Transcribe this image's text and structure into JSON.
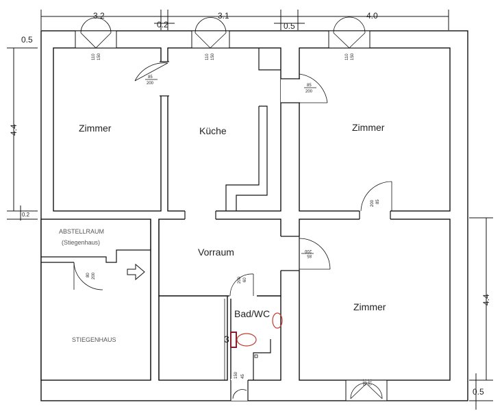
{
  "dimensions": {
    "top": [
      "3.2",
      "0.2",
      "3.1",
      "0.5",
      "4.0"
    ],
    "left": [
      "0.5",
      "4.4",
      "0.2"
    ],
    "right": [
      "4.4",
      "0.5"
    ]
  },
  "rooms": {
    "zimmer_top_left": "Zimmer",
    "kueche": "Küche",
    "zimmer_top_right": "Zimmer",
    "abstellraum": "ABSTELLRAUM",
    "abstellraum_sub": "(Stiegenhaus)",
    "vorraum": "Vorraum",
    "bad_wc": "Bad/WC",
    "zimmer_bottom_right": "Zimmer",
    "stiegenhaus": "STIEGENHAUS"
  },
  "doors": {
    "kitchen_door_w": "85",
    "kitchen_door_h": "200",
    "right_door_w": "85",
    "right_door_h": "200",
    "zimmer_right_door_w": "85",
    "zimmer_right_door_h": "200",
    "vorraum_door_w": "85",
    "vorraum_door_h": "200",
    "stair_door_w": "80",
    "stair_door_h": "200",
    "bath_door_w": "60",
    "bath_door_h": "200"
  },
  "windows": {
    "w1_a": "110",
    "w1_b": "150",
    "w2_a": "110",
    "w2_b": "150",
    "w3_a": "110",
    "w3_b": "150",
    "w4_a": "110",
    "w4_b": "150",
    "w5_a": "45",
    "w5_b": "150"
  },
  "misc": {
    "bath_marker": "3"
  }
}
